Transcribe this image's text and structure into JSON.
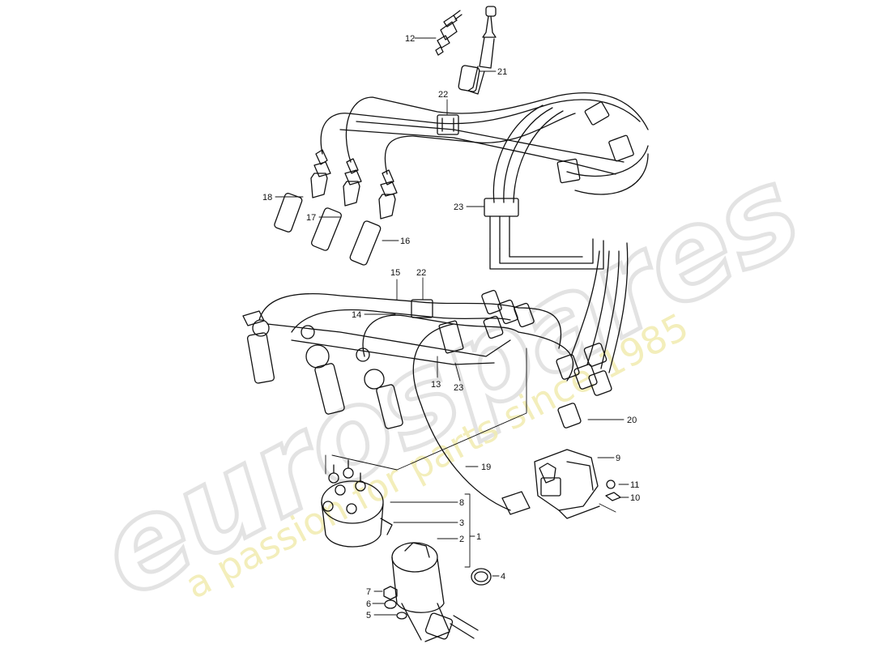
{
  "watermark": {
    "brand": "eurospares",
    "tagline": "a passion for parts since 1985",
    "brand_color": "#d8d8d8",
    "tagline_color": "#f1ecb0"
  },
  "diagram": {
    "line_color": "#111111",
    "callouts": [
      {
        "id": "12",
        "label": "12"
      },
      {
        "id": "21",
        "label": "21"
      },
      {
        "id": "22a",
        "label": "22"
      },
      {
        "id": "18",
        "label": "18"
      },
      {
        "id": "17",
        "label": "17"
      },
      {
        "id": "16",
        "label": "16"
      },
      {
        "id": "23a",
        "label": "23"
      },
      {
        "id": "15",
        "label": "15"
      },
      {
        "id": "22b",
        "label": "22"
      },
      {
        "id": "14",
        "label": "14"
      },
      {
        "id": "13",
        "label": "13"
      },
      {
        "id": "23b",
        "label": "23"
      },
      {
        "id": "20",
        "label": "20"
      },
      {
        "id": "19",
        "label": "19"
      },
      {
        "id": "9",
        "label": "9"
      },
      {
        "id": "11",
        "label": "11"
      },
      {
        "id": "10",
        "label": "10"
      },
      {
        "id": "8",
        "label": "8"
      },
      {
        "id": "3",
        "label": "3"
      },
      {
        "id": "2",
        "label": "2"
      },
      {
        "id": "1",
        "label": "1"
      },
      {
        "id": "4",
        "label": "4"
      },
      {
        "id": "7",
        "label": "7"
      },
      {
        "id": "6",
        "label": "6"
      },
      {
        "id": "5",
        "label": "5"
      }
    ]
  }
}
